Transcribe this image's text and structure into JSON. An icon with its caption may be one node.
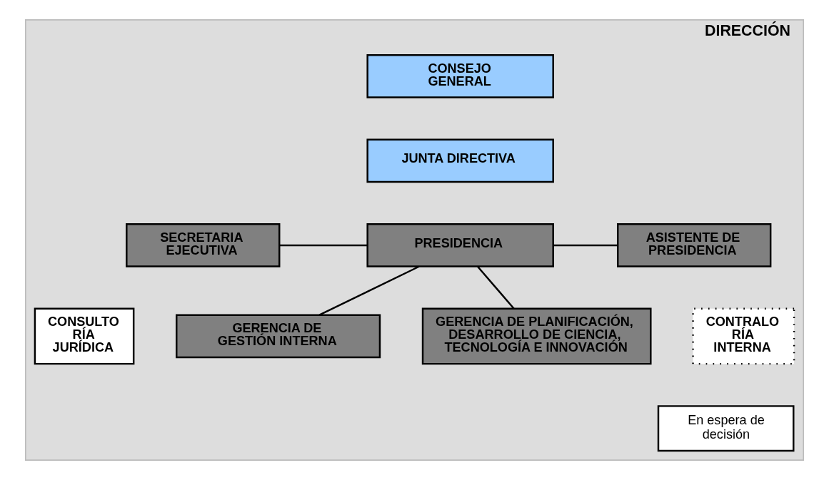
{
  "diagram": {
    "nodes": [
      {
        "text": [
          "DIRECCIÓN"
        ]
      },
      {
        "text": [
          "CONSEJO GENERAL"
        ],
        "in": 0
      },
      {
        "text": [
          "JUNTA DIRECTIVA"
        ],
        "in": 0
      },
      {
        "text": [
          "SECRETARIA EJECUTIVA"
        ],
        "in": 0
      },
      {
        "text": [
          "PRESIDENCIA"
        ],
        "in": 0
      },
      {
        "text": [
          "ASISTENTE DE PRESIDENCIA"
        ],
        "in": 0
      },
      {
        "text": [
          "CONSULTO RÍA JURÍDICA"
        ],
        "in": 0
      },
      {
        "text": [
          "GERENCIA DE PLANIFICACIÓN, DESARROLLO DE CIENCIA, TECNOLOGÍA E INNOVACIÓN"
        ],
        "in": 0
      },
      {
        "text": [
          "GERENCIA DE GESTIÓN INTERNA"
        ],
        "in": 0
      },
      {
        "text": [
          "CONTRALO RÍA INTERNA"
        ],
        "in": 0
      },
      {
        "text": [
          "En espera de decisión"
        ],
        "in": 0
      }
    ],
    "edges": [
      {
        "from": 3,
        "to": 4,
        "arrow": "none"
      },
      {
        "from": 4,
        "to": 5,
        "arrow": "none"
      },
      {
        "from": 4,
        "to": 7,
        "arrow": "none"
      },
      {
        "from": 4,
        "to": 8,
        "arrow": "none"
      }
    ]
  }
}
